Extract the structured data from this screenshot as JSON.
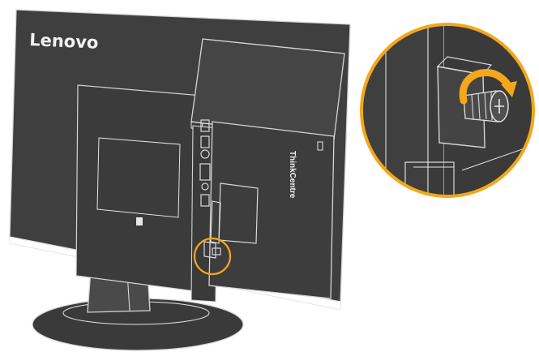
{
  "monitor": {
    "brand_label": "Lenovo"
  },
  "tiny_pc": {
    "brand_label": "ThinkCentre"
  },
  "colors": {
    "body_dark": "#3a3a3a",
    "body_mid": "#444444",
    "body_light": "#5a5a5a",
    "outline": "#d9d9d9",
    "accent_orange": "#f3a71a",
    "callout_ring": "#f3a71a"
  },
  "icons": {
    "rotation_arrow": "clockwise-arrow-icon",
    "thumbscrew": "thumbscrew-icon",
    "callout_circle": "magnifier-callout"
  },
  "callout": {
    "action": "tighten-thumbscrew-clockwise"
  }
}
